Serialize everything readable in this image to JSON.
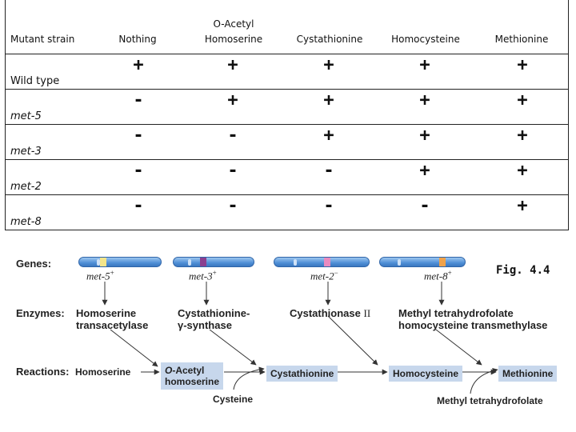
{
  "table": {
    "header": {
      "strain": "Mutant strain",
      "nothing": "Nothing",
      "oacetyl_line1": "O-Acetyl",
      "oacetyl_line2": "Homoserine",
      "cystathionine": "Cystathionine",
      "homocysteine": "Homocysteine",
      "methionine": "Methionine"
    },
    "rows": [
      {
        "strain": "Wild type",
        "values": [
          "+",
          "+",
          "+",
          "+",
          "+"
        ]
      },
      {
        "strain": "met-5",
        "values": [
          "-",
          "+",
          "+",
          "+",
          "+"
        ]
      },
      {
        "strain": "met-3",
        "values": [
          "-",
          "-",
          "+",
          "+",
          "+"
        ]
      },
      {
        "strain": "met-2",
        "values": [
          "-",
          "-",
          "-",
          "+",
          "+"
        ]
      },
      {
        "strain": "met-8",
        "values": [
          "-",
          "-",
          "-",
          "-",
          "+"
        ]
      }
    ]
  },
  "pathway": {
    "genes_label": "Genes:",
    "enzymes_label": "Enzymes:",
    "reactions_label": "Reactions:",
    "fig_label": "Fig. 4.4",
    "genes": [
      {
        "name": "met-5",
        "sup": "+"
      },
      {
        "name": "met-3",
        "sup": "+"
      },
      {
        "name": "met-2",
        "sup": "−"
      },
      {
        "name": "met-8",
        "sup": "+"
      }
    ],
    "enzymes": {
      "e1_line1": "Homoserine",
      "e1_line2": "transacetylase",
      "e2_line1": "Cystathionine-",
      "e2_line2": "γ-synthase",
      "e3_name": "Cystathionase",
      "e3_numeral": "II",
      "e4_line1": "Methyl tetrahydrofolate",
      "e4_line2": "homocysteine transmethylase"
    },
    "molecules": {
      "homoserine": "Homoserine",
      "oacetyl_prefix": "O",
      "oacetyl_rest": "-Acetyl",
      "oacetyl_line2": "homoserine",
      "cystathionine": "Cystathionine",
      "homocysteine": "Homocysteine",
      "methionine": "Methionine",
      "cysteine": "Cysteine",
      "mthf": "Methyl tetrahydrofolate"
    },
    "colors": {
      "chromosome": "#4f8fd6",
      "band_met5": "#f3e58a",
      "band_met3": "#8a3f8f",
      "band_met2": "#e98bc0",
      "band_met8": "#f0a24a",
      "highlight_box": "#c7d7ec"
    }
  }
}
